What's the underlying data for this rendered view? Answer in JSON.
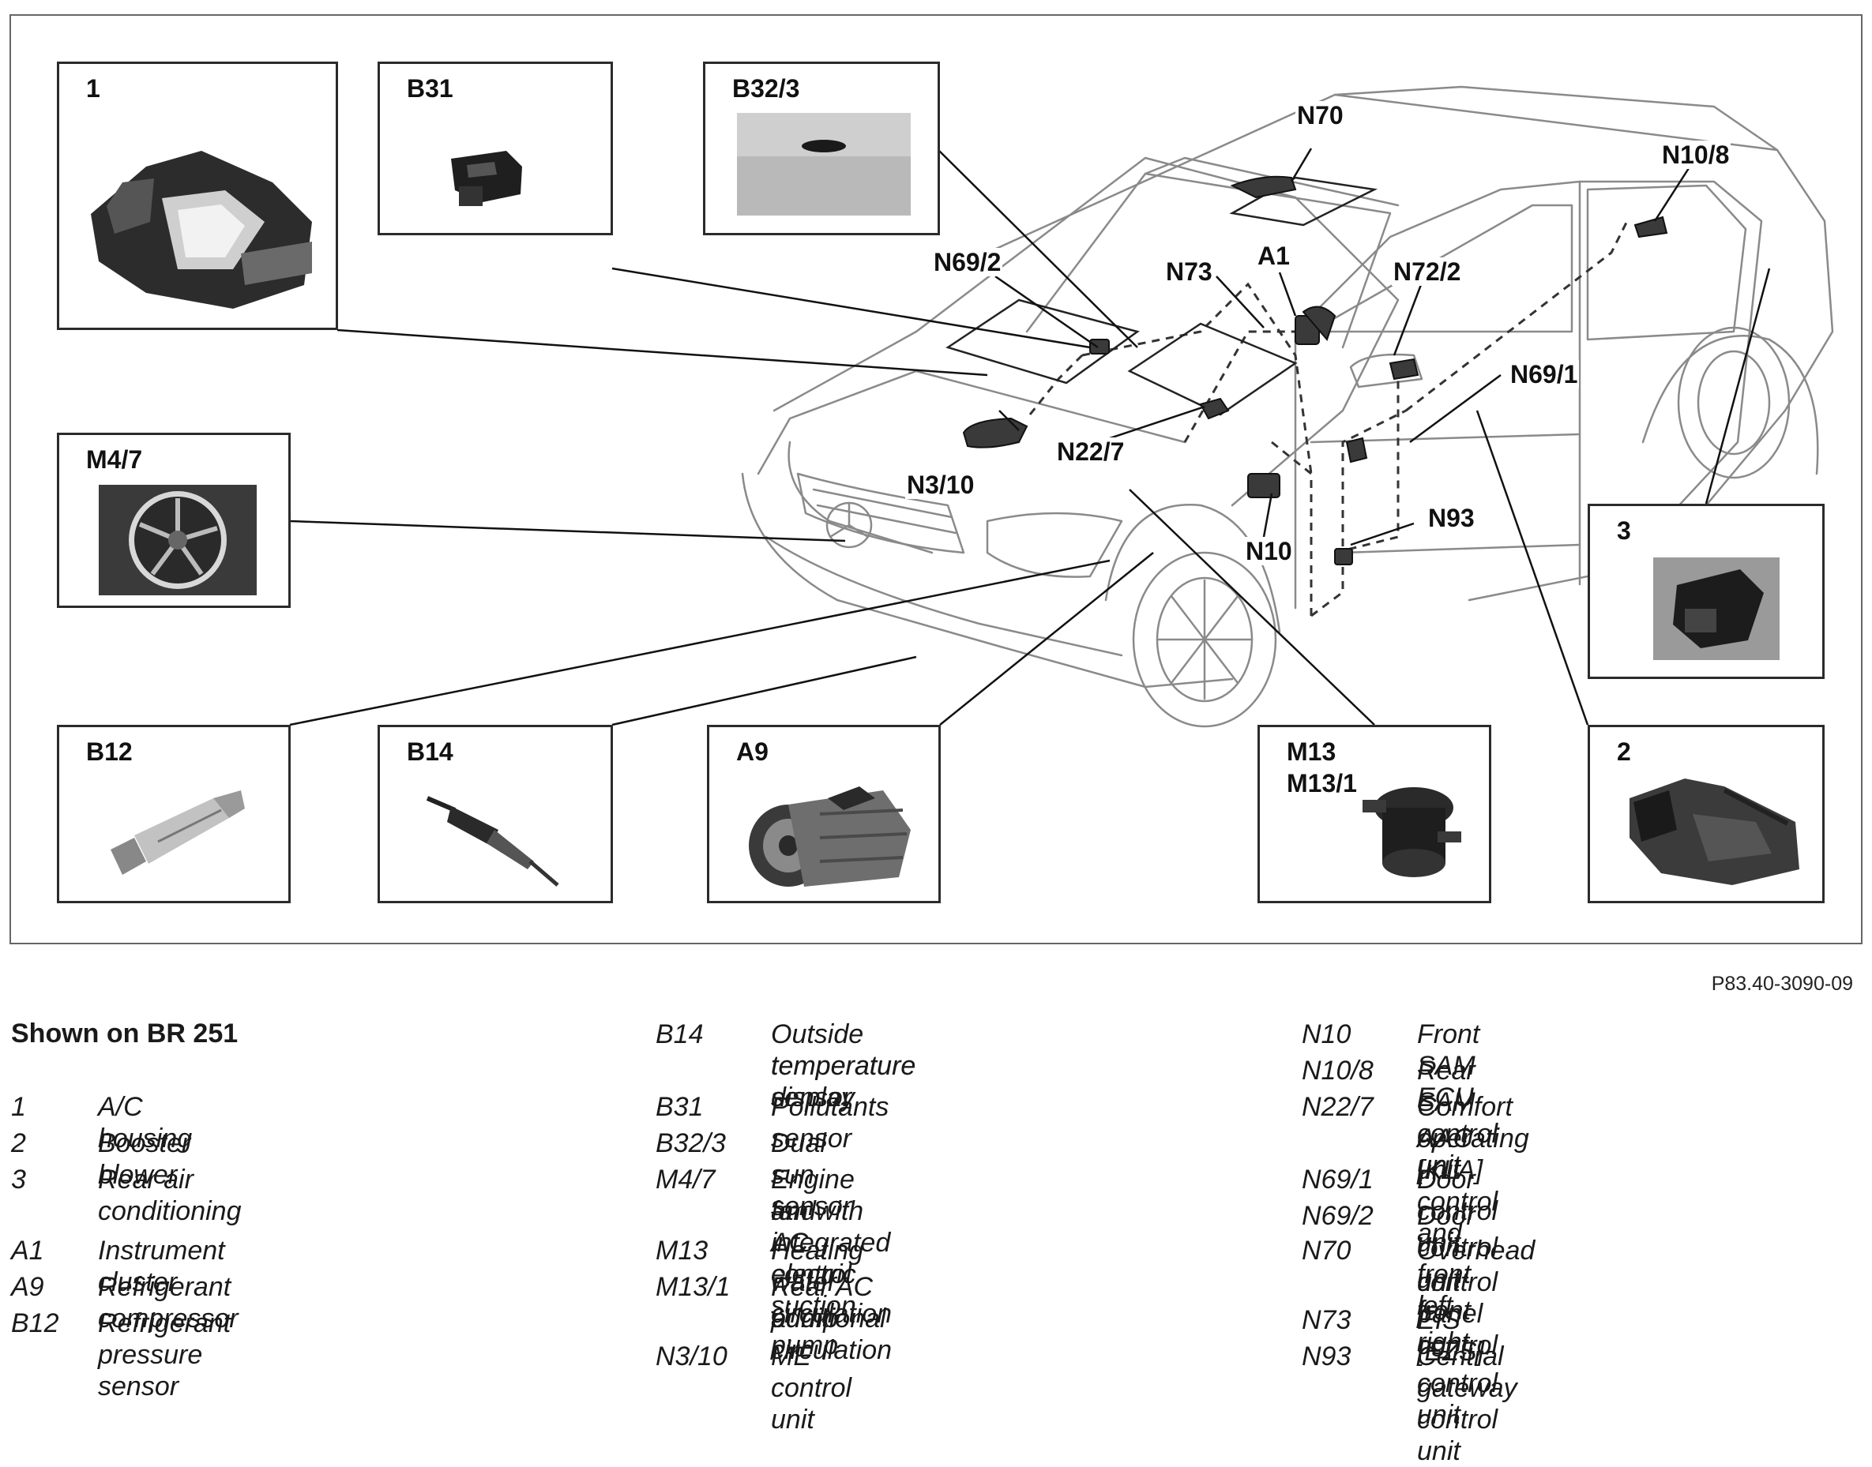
{
  "figure_ref": "P83.40-3090-09",
  "callouts": {
    "c1": "1",
    "c_b31": "B31",
    "c_b32_3": "B32/3",
    "c_m4_7": "M4/7",
    "c_3": "3",
    "c_b12": "B12",
    "c_b14": "B14",
    "c_a9": "A9",
    "c_m13": "M13",
    "c_m13_1": "M13/1",
    "c_2": "2"
  },
  "tags": {
    "n70": "N70",
    "n10_8": "N10/8",
    "n69_2": "N69/2",
    "n73": "N73",
    "a1": "A1",
    "n72_2": "N72/2",
    "n69_1": "N69/1",
    "n22_7": "N22/7",
    "n3_10": "N3/10",
    "n93": "N93",
    "n10": "N10"
  },
  "legend": {
    "heading": "Shown on BR 251",
    "col1": [
      {
        "code": "1",
        "desc": "A/C housing"
      },
      {
        "code": "2",
        "desc": "Booster blower"
      },
      {
        "code": "3",
        "desc": "Rear air conditioning"
      },
      {
        "code": "A1",
        "desc": "Instrument cluster"
      },
      {
        "code": "A9",
        "desc": "Refrigerant compressor"
      },
      {
        "code": "B12",
        "desc": "Refrigerant pressure sensor"
      }
    ],
    "col2": [
      {
        "code": "B14",
        "desc": "Outside temperature display",
        "desc2": "temperature sensor"
      },
      {
        "code": "B31",
        "desc": "Pollutants sensor"
      },
      {
        "code": "B32/3",
        "desc": "Dual sun sensor"
      },
      {
        "code": "M4/7",
        "desc": "Engine and AC electric suction",
        "desc2": "fan with integrated control"
      },
      {
        "code": "M13",
        "desc": "Heating water circulation pump"
      },
      {
        "code": "M13/1",
        "desc": "Rear AC additional circulation",
        "desc2": "pump"
      },
      {
        "code": "N3/10",
        "desc": "ME control unit"
      }
    ],
    "col3": [
      {
        "code": "N10",
        "desc": "Front SAM ECU"
      },
      {
        "code": "N10/8",
        "desc": "Rear SAM control unit"
      },
      {
        "code": "N22/7",
        "desc": "Comfort AAC [KLA] control and",
        "desc2": "operating unit"
      },
      {
        "code": "N69/1",
        "desc": "Door control unit front left"
      },
      {
        "code": "N69/2",
        "desc": "Door control unit front right"
      },
      {
        "code": "N70",
        "desc": "Overhead control panel control",
        "desc2": "unit"
      },
      {
        "code": "N73",
        "desc": "EIS [EZS] control unit"
      },
      {
        "code": "N93",
        "desc": "Central gateway control unit"
      }
    ]
  }
}
